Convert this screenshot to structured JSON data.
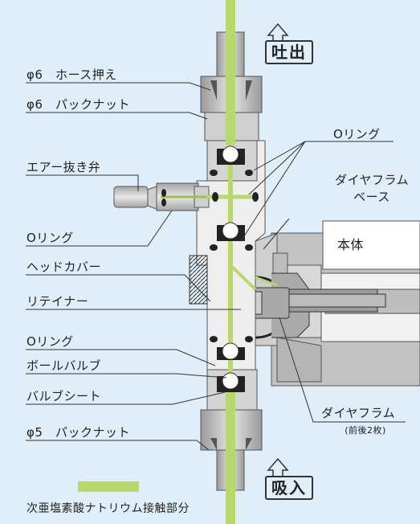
{
  "labels": {
    "discharge": "吐出",
    "suction": "吸入",
    "hose_retainer_6": "φ6　ホース押え",
    "pack_nut_6": "φ6　パックナット",
    "air_vent": "エアー抜き弁",
    "oring_left_upper": "Oリング",
    "head_cover": "ヘッドカバー",
    "retainer": "リテイナー",
    "oring_left_lower": "Oリング",
    "ball_valve": "ボールバルブ",
    "valve_seat": "バルブシート",
    "pack_nut_5": "φ5　パックナット",
    "oring_right": "Oリング",
    "diaphragm_base_1": "ダイヤフラム",
    "diaphragm_base_2": "ベース",
    "body": "本体",
    "diaphragm": "ダイヤフラム",
    "diaphragm_note": "(前後2枚)"
  },
  "legend": {
    "label": "次亜塩素酸ナトリウム接触部分",
    "color": "#b9d86a"
  },
  "colors": {
    "background": "#dfeef8",
    "metal": "#c9c9c9",
    "metal_dark": "#8f8f8f",
    "fluid": "#b9d86a",
    "seal": "#222222"
  }
}
